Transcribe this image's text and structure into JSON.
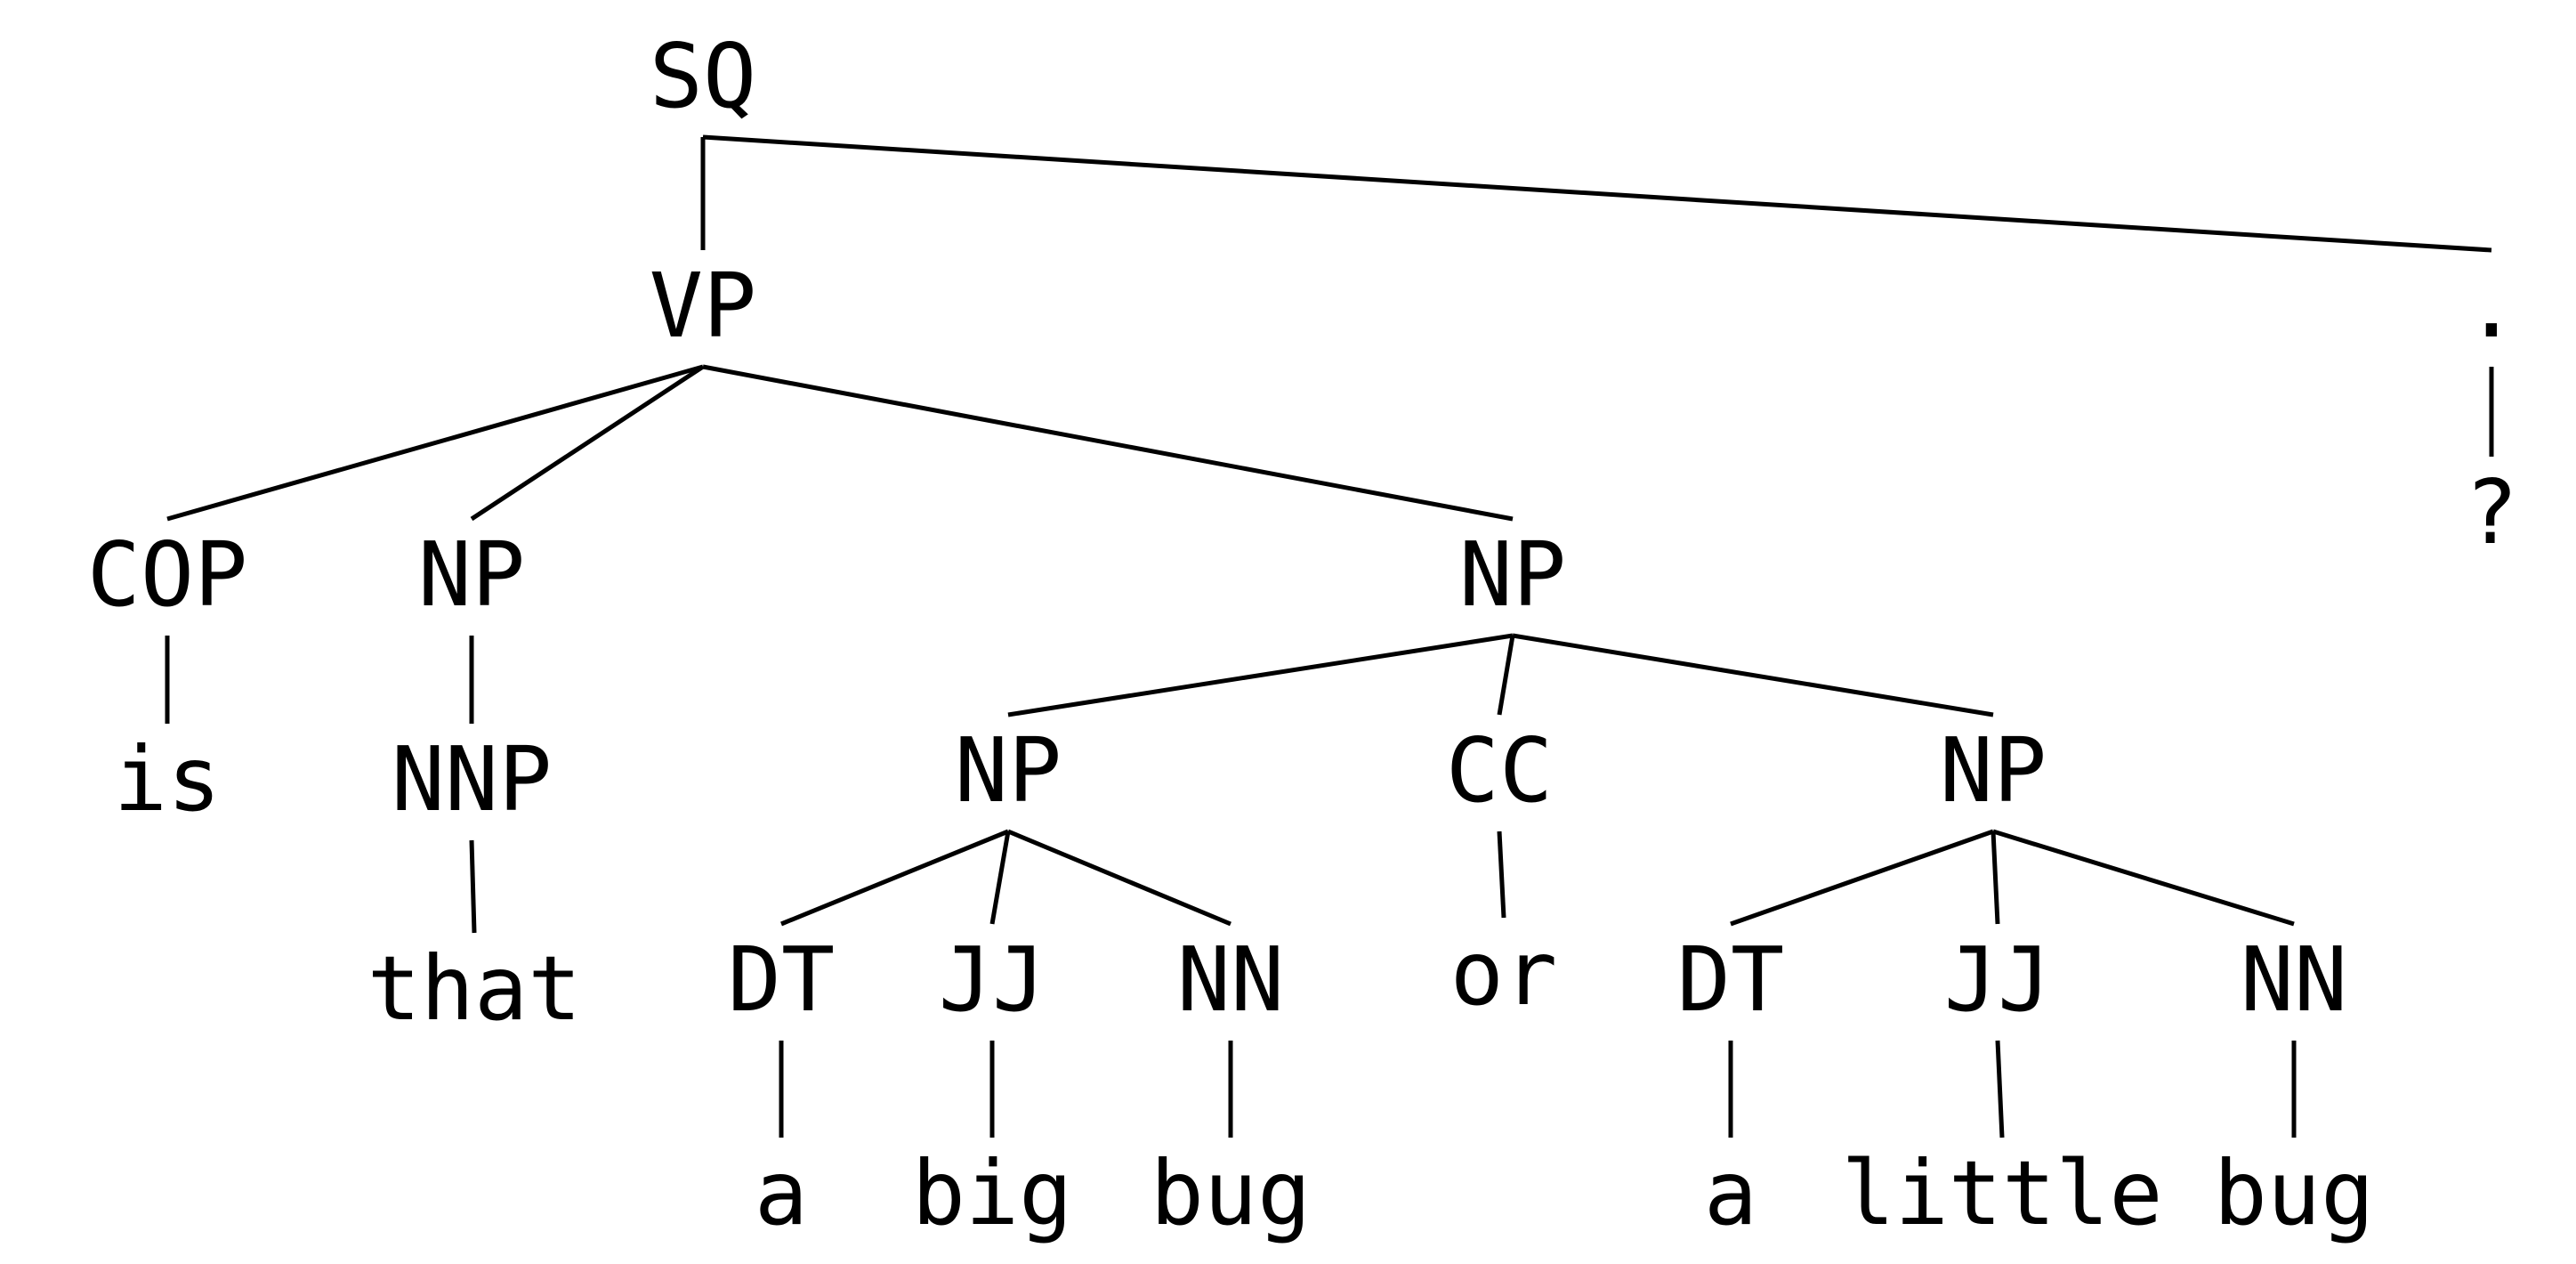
{
  "diagram": {
    "type": "parse-tree",
    "colors": {
      "ink": "#000000",
      "background": "#ffffff"
    },
    "nodes": {
      "sq": "SQ",
      "vp": "VP",
      "period": ".",
      "question_mark": "?",
      "cop": "COP",
      "np_subject": "NP",
      "np_coord": "NP",
      "word_is": "is",
      "nnp": "NNP",
      "word_that": "that",
      "np_left": "NP",
      "cc": "CC",
      "np_right": "NP",
      "dt_left": "DT",
      "jj_left": "JJ",
      "nn_left": "NN",
      "word_or": "or",
      "dt_right": "DT",
      "jj_right": "JJ",
      "nn_right": "NN",
      "word_a_left": "a",
      "word_big": "big",
      "word_bug_left": "bug",
      "word_a_right": "a",
      "word_little": "little",
      "word_bug_right": "bug"
    },
    "edges": [
      [
        "sq",
        "vp"
      ],
      [
        "sq",
        "period"
      ],
      [
        "period",
        "question_mark"
      ],
      [
        "vp",
        "cop"
      ],
      [
        "vp",
        "np_subject"
      ],
      [
        "vp",
        "np_coord"
      ],
      [
        "cop",
        "word_is"
      ],
      [
        "np_subject",
        "nnp"
      ],
      [
        "nnp",
        "word_that"
      ],
      [
        "np_coord",
        "np_left"
      ],
      [
        "np_coord",
        "cc"
      ],
      [
        "np_coord",
        "np_right"
      ],
      [
        "np_left",
        "dt_left"
      ],
      [
        "np_left",
        "jj_left"
      ],
      [
        "np_left",
        "nn_left"
      ],
      [
        "cc",
        "word_or"
      ],
      [
        "np_right",
        "dt_right"
      ],
      [
        "np_right",
        "jj_right"
      ],
      [
        "np_right",
        "nn_right"
      ],
      [
        "dt_left",
        "word_a_left"
      ],
      [
        "jj_left",
        "word_big"
      ],
      [
        "nn_left",
        "word_bug_left"
      ],
      [
        "dt_right",
        "word_a_right"
      ],
      [
        "jj_right",
        "word_little"
      ],
      [
        "nn_right",
        "word_bug_right"
      ]
    ]
  }
}
